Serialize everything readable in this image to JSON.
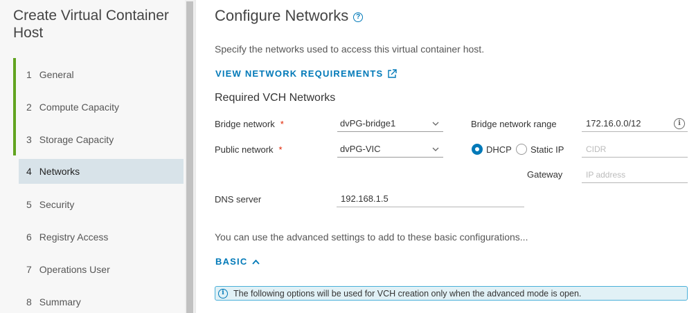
{
  "wizard": {
    "title": "Create Virtual Container Host",
    "steps": [
      {
        "num": "1",
        "label": "General"
      },
      {
        "num": "2",
        "label": "Compute Capacity"
      },
      {
        "num": "3",
        "label": "Storage Capacity"
      },
      {
        "num": "4",
        "label": "Networks"
      },
      {
        "num": "5",
        "label": "Security"
      },
      {
        "num": "6",
        "label": "Registry Access"
      },
      {
        "num": "7",
        "label": "Operations User"
      },
      {
        "num": "8",
        "label": "Summary"
      }
    ]
  },
  "page": {
    "title": "Configure Networks",
    "description": "Specify the networks used to access this virtual container host.",
    "requirements_link": "VIEW NETWORK REQUIREMENTS",
    "section_title": "Required VCH Networks"
  },
  "form": {
    "bridge_network_label": "Bridge network",
    "bridge_network_value": "dvPG-bridge1",
    "public_network_label": "Public network",
    "public_network_value": "dvPG-VIC",
    "required_mark": "*",
    "bridge_range_label": "Bridge network range",
    "bridge_range_value": "172.16.0.0/12",
    "dhcp_label": "DHCP",
    "static_ip_label": "Static IP",
    "cidr_placeholder": "CIDR",
    "gateway_label": "Gateway",
    "gateway_placeholder": "IP address",
    "dns_label": "DNS server",
    "dns_value": "192.168.1.5"
  },
  "advanced": {
    "text": "You can use the advanced settings to add to these basic configurations...",
    "toggle_label": "BASIC",
    "alert_text": "The following options will be used for VCH creation only when the advanced mode is open."
  },
  "colors": {
    "accent": "#0079b8",
    "done_step": "#62a420",
    "active_step_bg": "#d8e3e9",
    "required": "#e12200"
  }
}
